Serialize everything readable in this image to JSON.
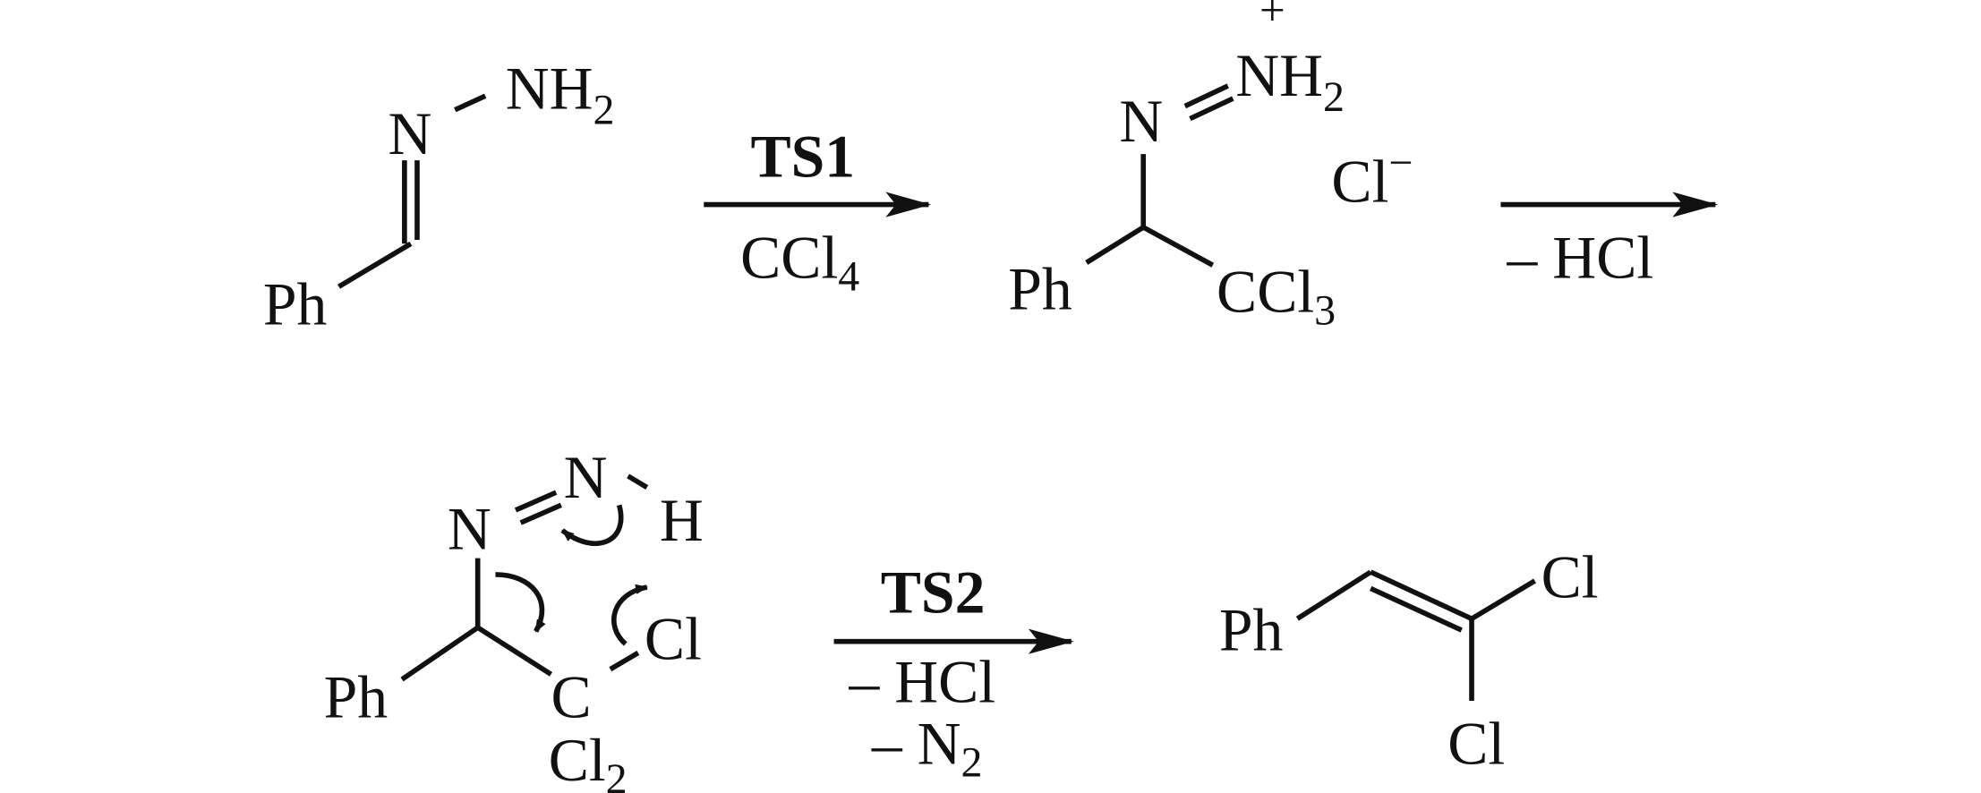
{
  "step1": {
    "reactant": {
      "ph": "Ph",
      "n": "N",
      "nh2": "NH",
      "nh2_sub": "2"
    },
    "arrow": {
      "above": "TS1",
      "below": "CCl",
      "below_sub": "4"
    },
    "product": {
      "n": "N",
      "nh2": "NH",
      "nh2_sub": "2",
      "charge": "+",
      "ph": "Ph",
      "ccl3": "CCl",
      "ccl3_sub": "3",
      "counterion": "Cl",
      "counterion_charge": "−"
    }
  },
  "step2": {
    "arrow": {
      "below": "– HCl"
    }
  },
  "step3": {
    "intermediate": {
      "n1": "N",
      "n2": "N",
      "h": "H",
      "ph": "Ph",
      "c": "C",
      "cl": "Cl",
      "cl2": "Cl",
      "cl2_sub": "2"
    },
    "arrow": {
      "above": "TS2",
      "below1": "– HCl",
      "below2": "– N",
      "below2_sub": "2"
    },
    "product": {
      "ph": "Ph",
      "cl1": "Cl",
      "cl2": "Cl"
    }
  }
}
